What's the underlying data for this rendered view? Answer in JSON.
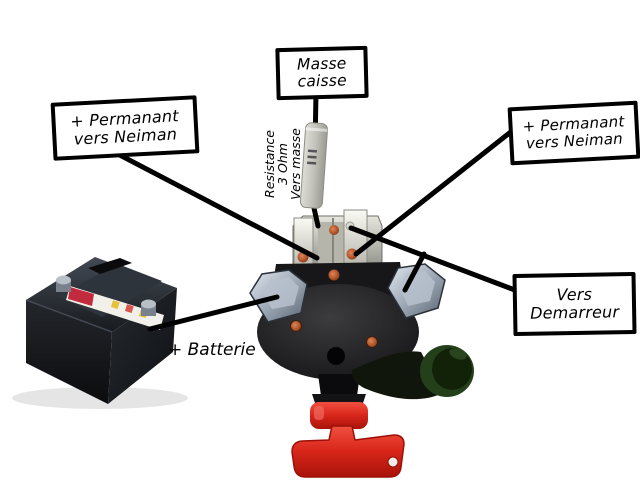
{
  "annotations": {
    "masse_caisse": "Masse\ncaisse",
    "perm_neiman_left": "+ Permanant\nvers Neiman",
    "perm_neiman_right": "+ Permanant\nvers Neiman",
    "vers_demarreur": "Vers\nDemarreur",
    "batterie": "+ Batterie",
    "resistance": "Resistance\n3 Ohm\nVers masse"
  },
  "components": [
    "battery-photo",
    "cutoff-switch-photo",
    "resistor-component",
    "red-key-handle",
    "terminal-cap",
    "annotation-lines"
  ],
  "colors": {
    "background": "#ffffff",
    "annotation_line": "#000000",
    "key_red": "#d8251a",
    "copper": "#b45c32",
    "steel": "#9aa4b0",
    "resistor_gray": "#c9c9c3",
    "cap_green": "#1c3314"
  }
}
